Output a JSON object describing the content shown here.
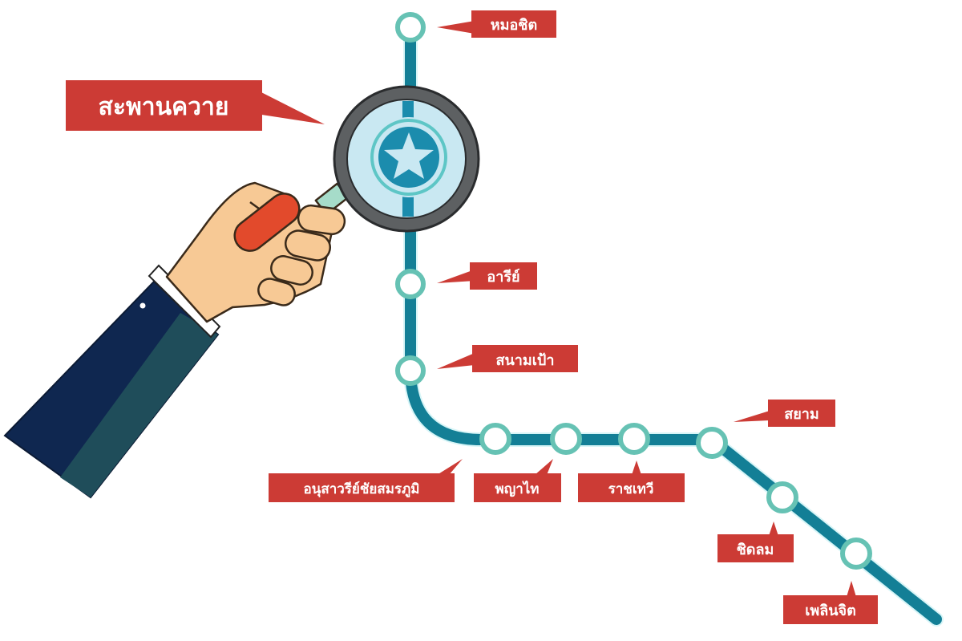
{
  "diagram": {
    "title": "BTS Sukhumvit line route map with magnifying glass on station",
    "colors": {
      "track": "#137f96",
      "station_ring": "#66c2b4",
      "label_bg": "#cc3b35",
      "label_text": "#ffffff",
      "magnifier_frame": "#5d6062",
      "lens": "#c9e8f2",
      "star_disc": "#1b8cad",
      "star": "#c9e8f2",
      "skin": "#f7c995",
      "handle": "#e24a2c",
      "sleeve_dark": "#0f2750",
      "sleeve_light": "#1f4d5a"
    },
    "highlight": {
      "label": "สะพานควาย",
      "icon": "star-icon"
    },
    "stations": [
      {
        "id": "mo-chit",
        "label": "หมอชิต"
      },
      {
        "id": "saphan-khwai",
        "label": "สะพานควาย"
      },
      {
        "id": "ari",
        "label": "อารีย์"
      },
      {
        "id": "sanam-pao",
        "label": "สนามเป้า"
      },
      {
        "id": "victory-monument",
        "label": "อนุสาวรีย์ชัยสมรภูมิ"
      },
      {
        "id": "phaya-thai",
        "label": "พญาไท"
      },
      {
        "id": "ratchathewi",
        "label": "ราชเทวี"
      },
      {
        "id": "siam",
        "label": "สยาม"
      },
      {
        "id": "chit-lom",
        "label": "ชิดลม"
      },
      {
        "id": "phloen-chit",
        "label": "เพลินจิต"
      }
    ]
  }
}
